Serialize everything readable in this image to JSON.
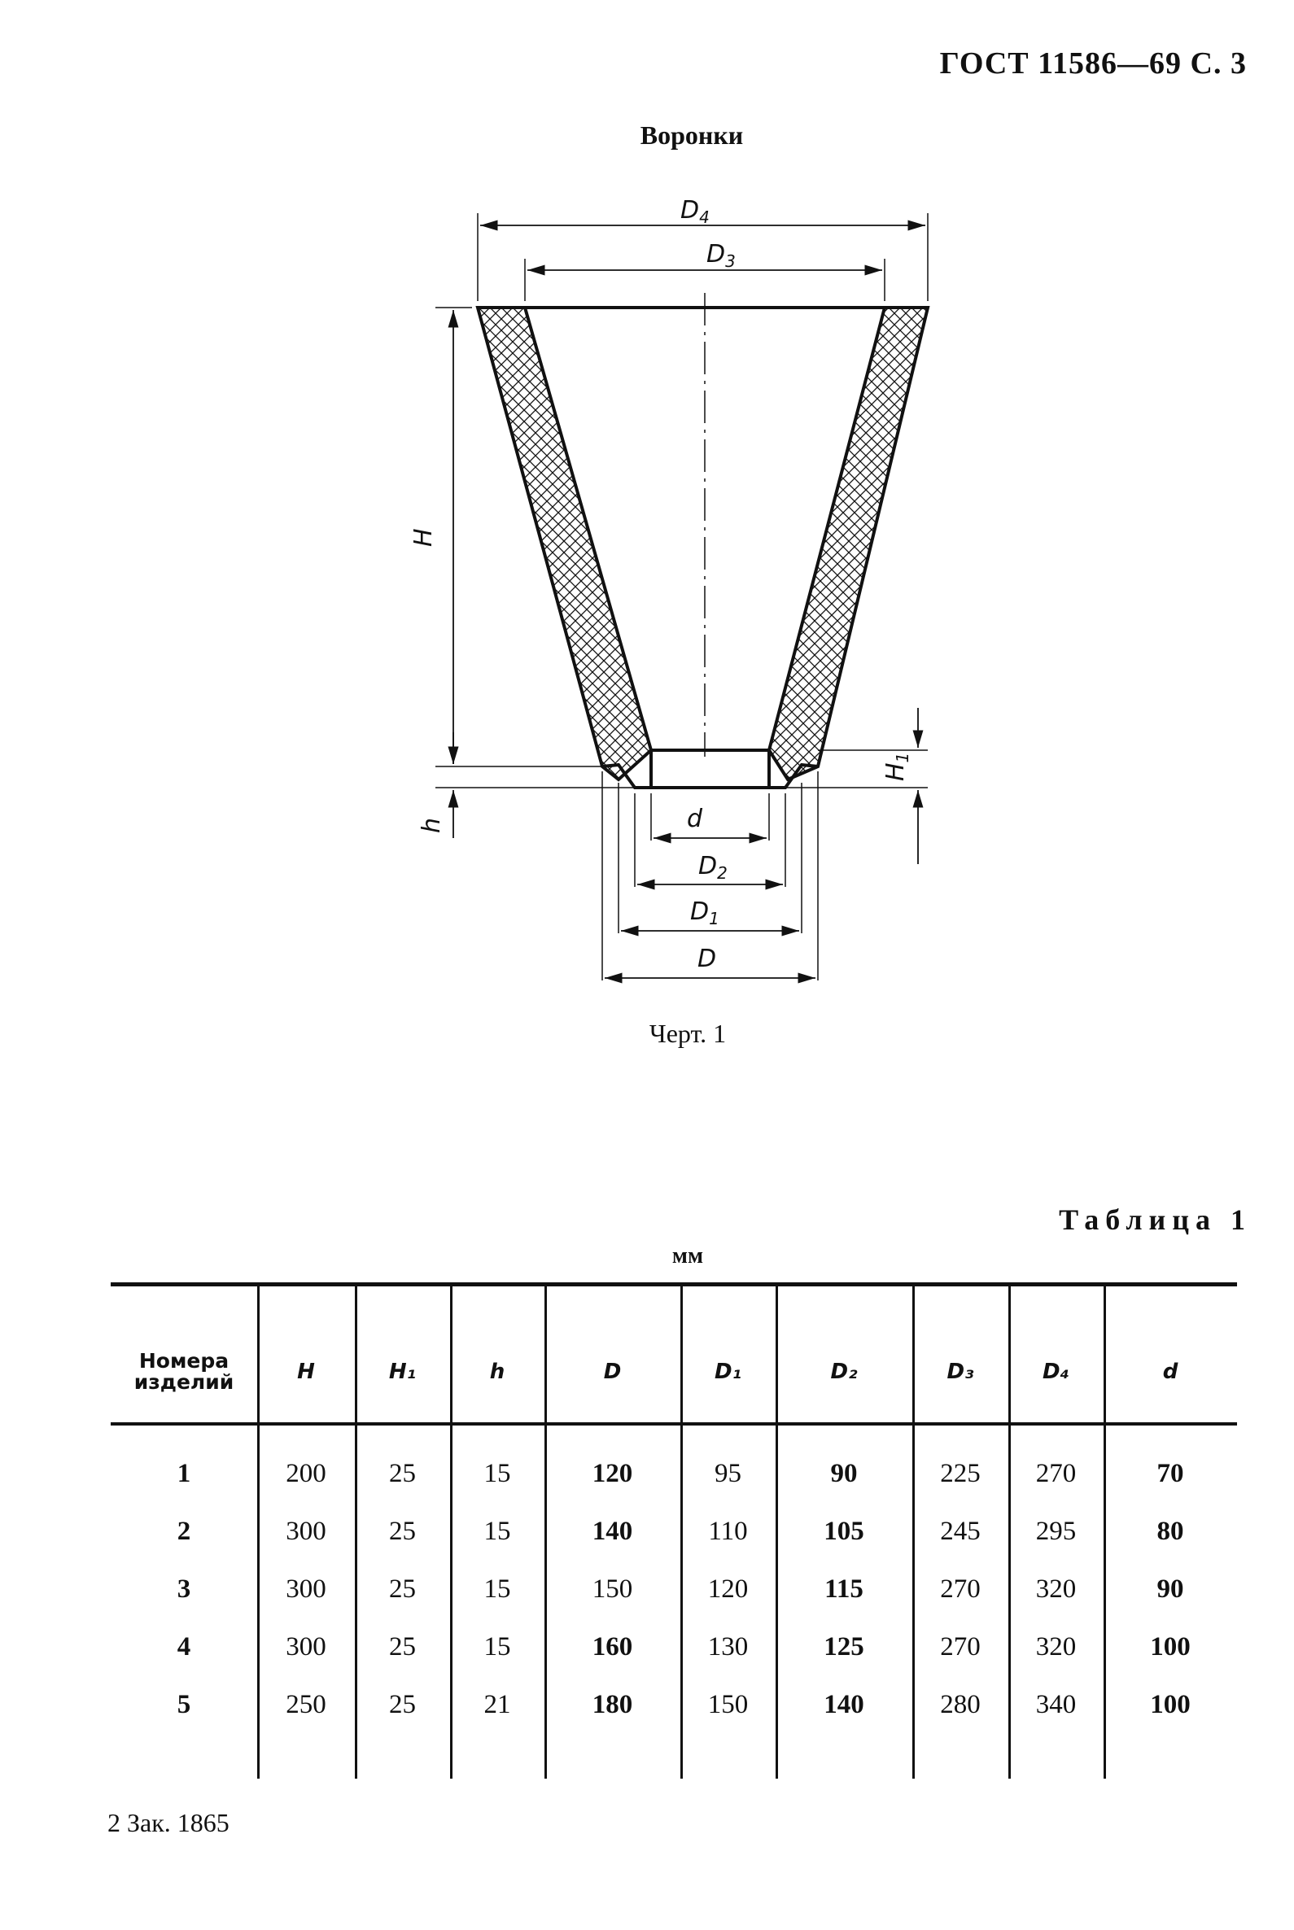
{
  "header": {
    "text": "ГОСТ 11586—69 С. 3"
  },
  "title": "Воронки",
  "drawing": {
    "labels": {
      "D4": "D",
      "D4_sub": "4",
      "D3": "D",
      "D3_sub": "3",
      "H": "H",
      "H1": "H",
      "H1_sub": "1",
      "h": "h",
      "d": "d",
      "D2": "D",
      "D2_sub": "2",
      "D1": "D",
      "D1_sub": "1",
      "D": "D"
    }
  },
  "caption": "Черт. 1",
  "table": {
    "title": "Таблица 1",
    "units": "мм",
    "columns": [
      "Номера изделий",
      "H",
      "H₁",
      "h",
      "D",
      "D₁",
      "D₂",
      "D₃",
      "D₄",
      "d"
    ],
    "rows": [
      [
        "1",
        "200",
        "25",
        "15",
        "120",
        "95",
        "90",
        "225",
        "270",
        "70"
      ],
      [
        "2",
        "300",
        "25",
        "15",
        "140",
        "110",
        "105",
        "245",
        "295",
        "80"
      ],
      [
        "3",
        "300",
        "25",
        "15",
        "150",
        "120",
        "115",
        "270",
        "320",
        "90"
      ],
      [
        "4",
        "300",
        "25",
        "15",
        "160",
        "130",
        "125",
        "270",
        "320",
        "100"
      ],
      [
        "5",
        "250",
        "25",
        "21",
        "180",
        "150",
        "140",
        "280",
        "340",
        "100"
      ]
    ]
  },
  "footer": "2 Зак. 1865"
}
